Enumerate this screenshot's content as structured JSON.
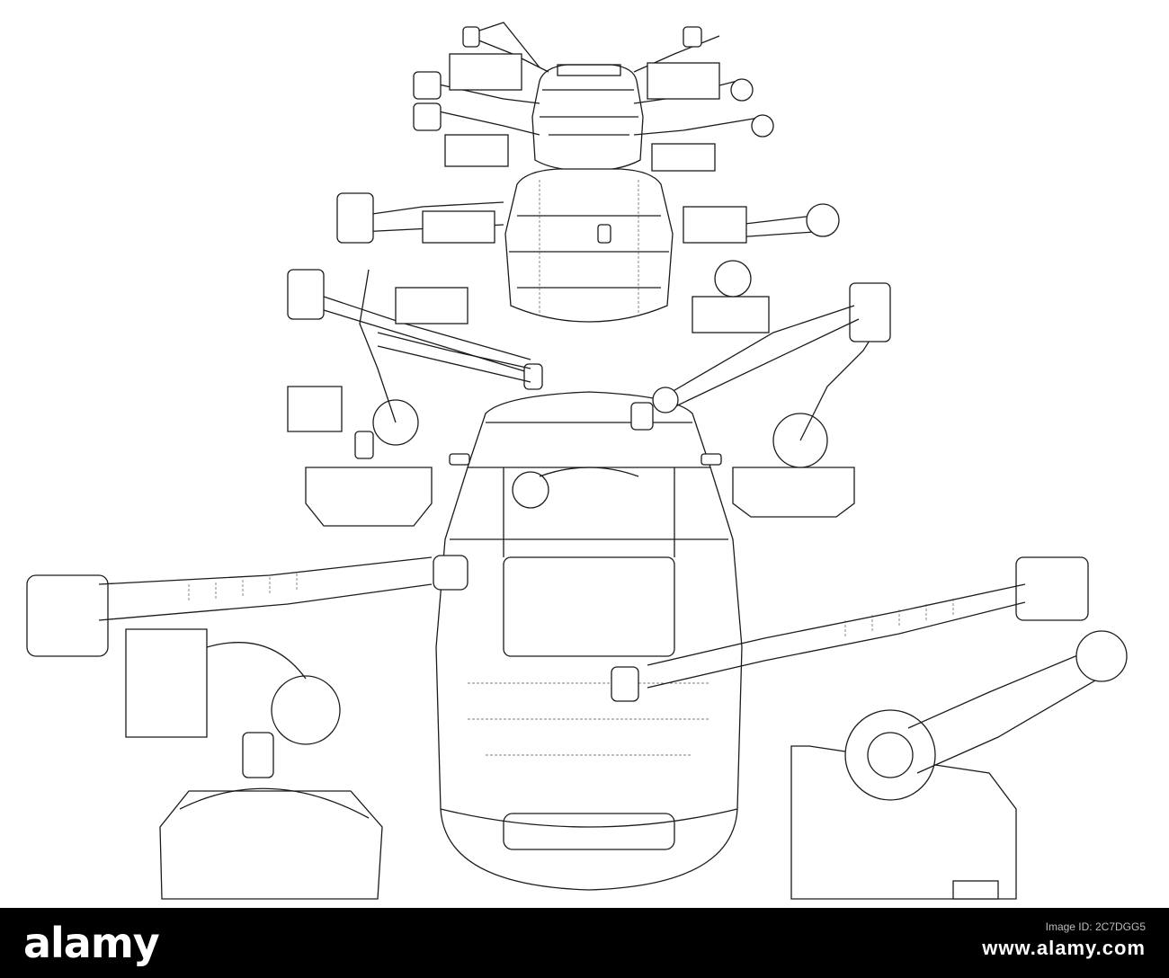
{
  "watermark": {
    "brand": "alamy",
    "image_id_label": "Image ID: 2C7DGG5",
    "site": "www.alamy.com",
    "image_id": "2C7DGG5"
  },
  "colors": {
    "background": "#ffffff",
    "line": "#1b1b1b",
    "bar": "#000000"
  }
}
